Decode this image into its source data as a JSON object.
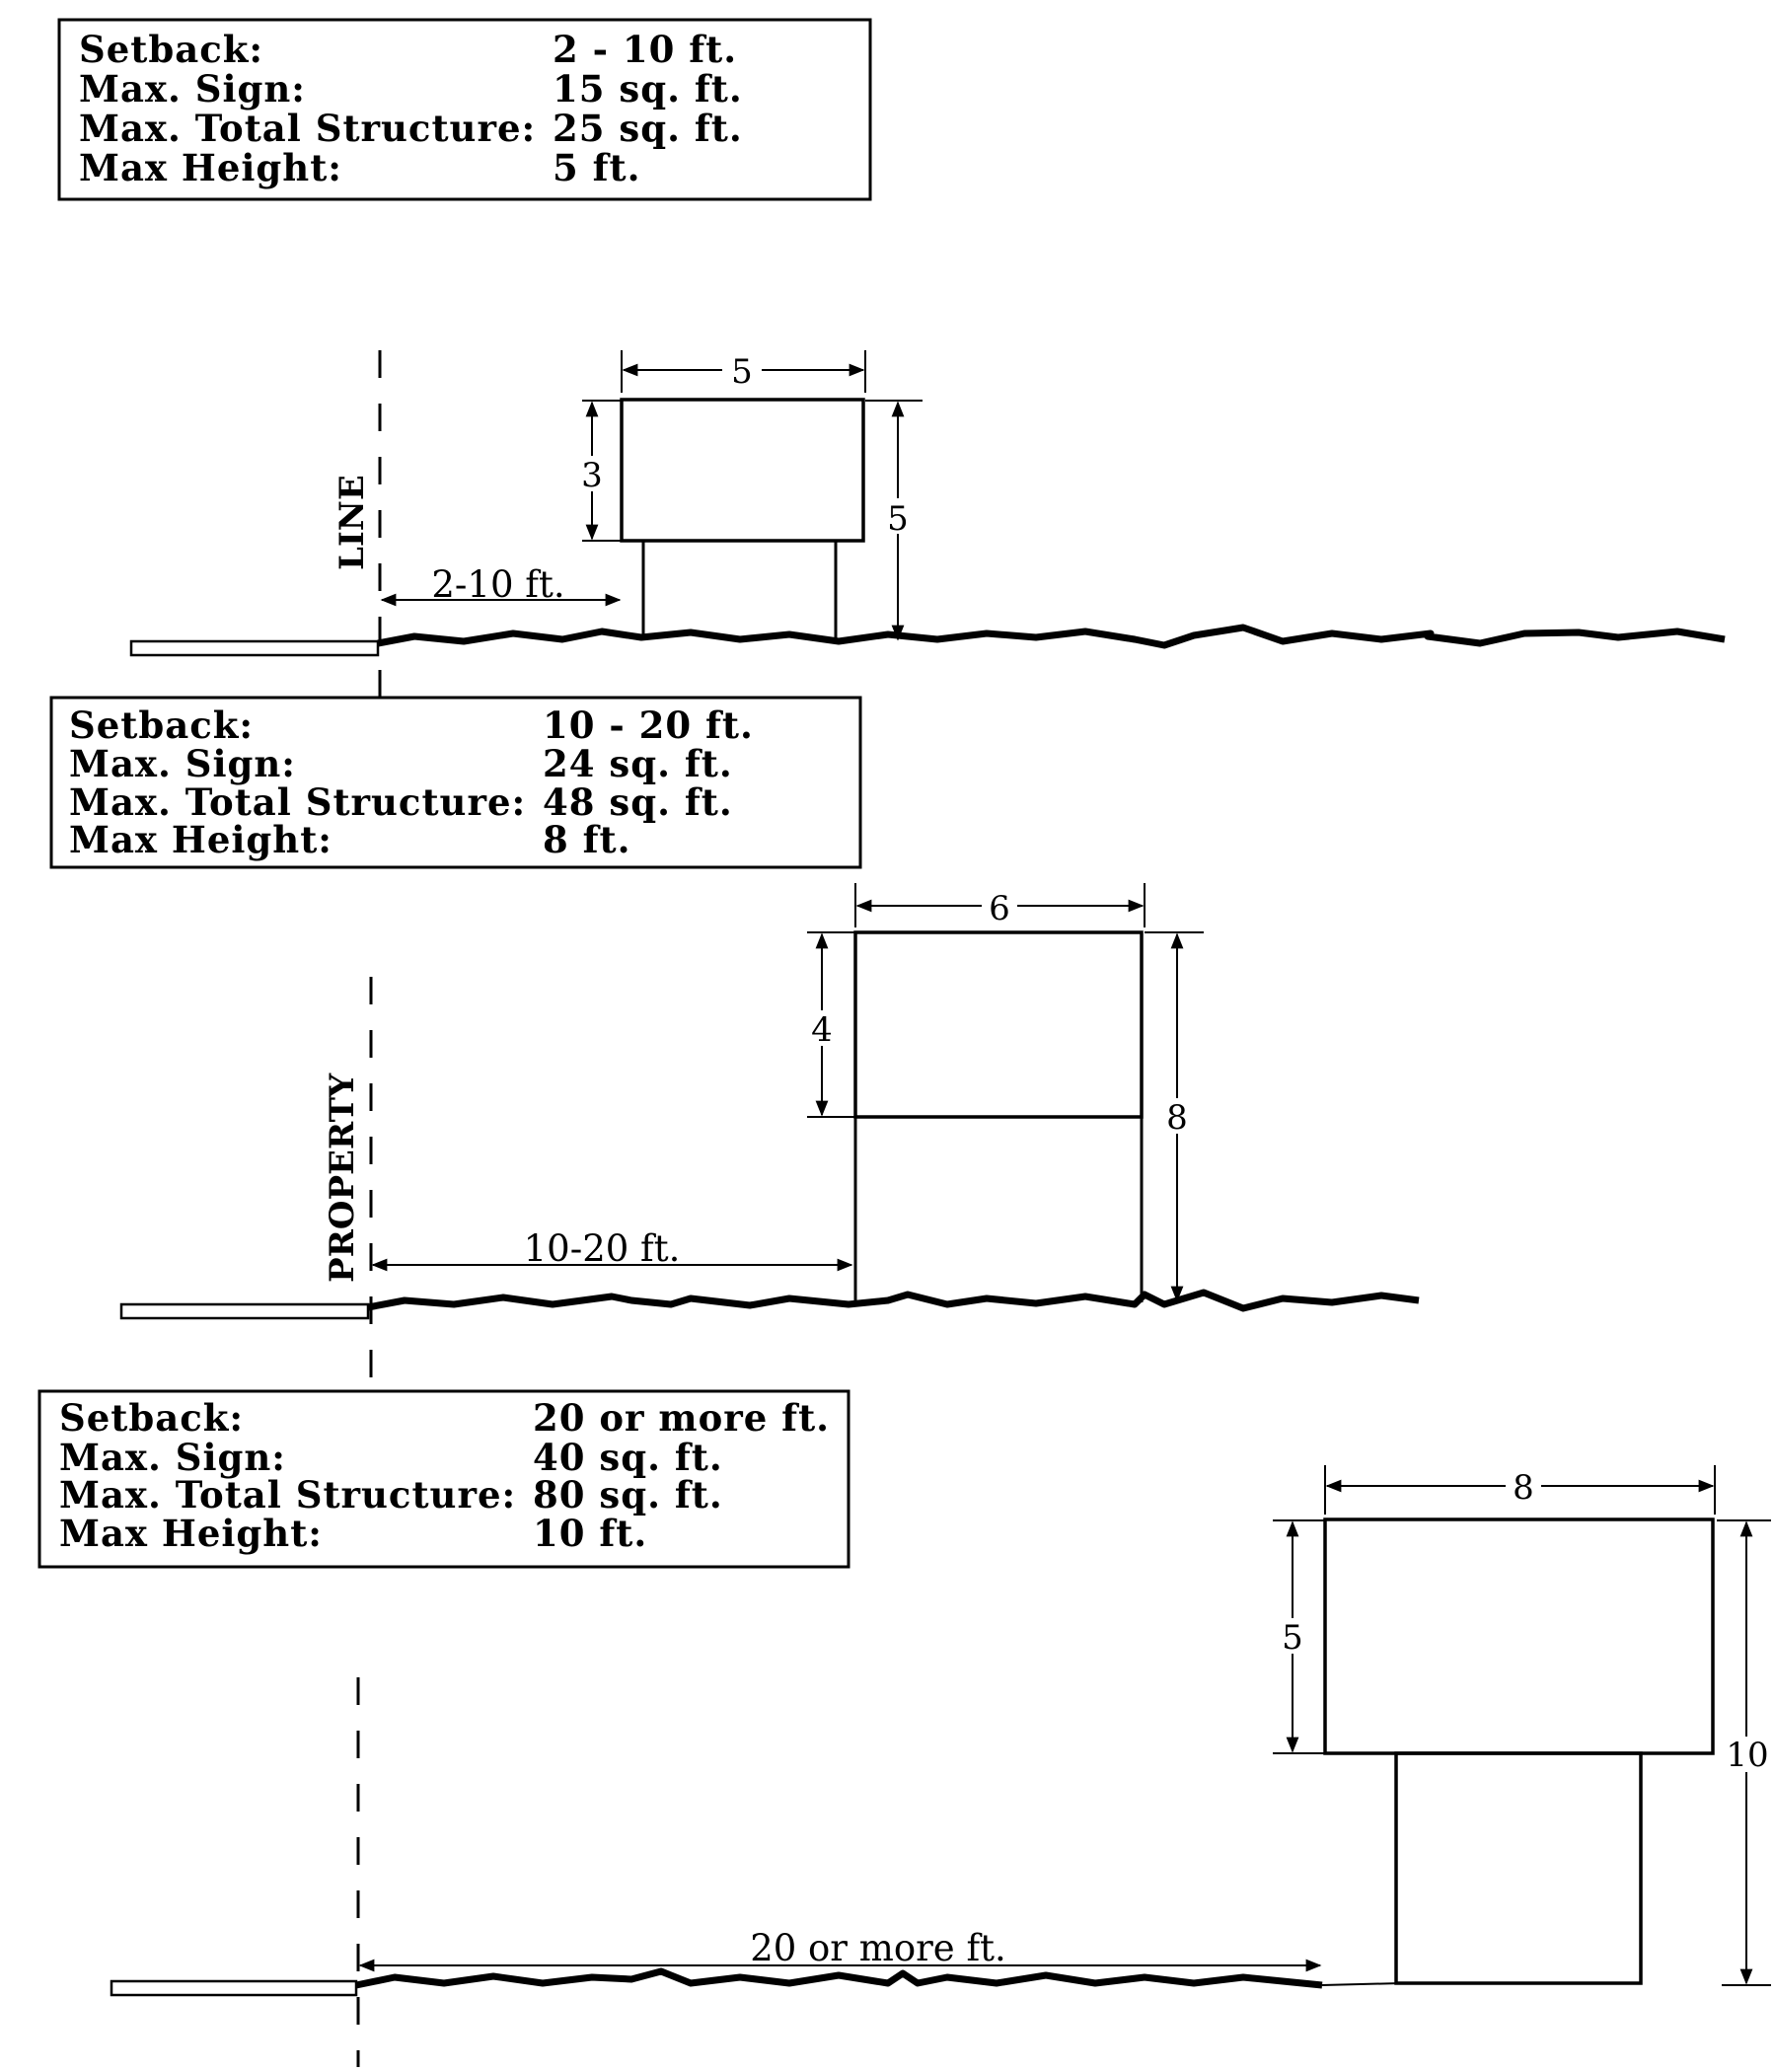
{
  "panels": [
    {
      "specs": [
        {
          "label": "Setback:",
          "value": "2  -  10  ft."
        },
        {
          "label": "Max.  Sign:",
          "value": "15  sq.  ft."
        },
        {
          "label": "Max.  Total  Structure:",
          "value": "25  sq.  ft."
        },
        {
          "label": "Max  Height:",
          "value": "5  ft."
        }
      ],
      "dims": {
        "width": "5",
        "sign_height": "3",
        "total_height": "5",
        "setback": "2-10  ft."
      },
      "property_label": "LINE"
    },
    {
      "specs": [
        {
          "label": "Setback:",
          "value": "10  -  20  ft."
        },
        {
          "label": "Max.  Sign:",
          "value": "24  sq.  ft."
        },
        {
          "label": "Max.  Total  Structure:",
          "value": "48  sq.  ft."
        },
        {
          "label": "Max  Height:",
          "value": "8  ft."
        }
      ],
      "dims": {
        "width": "6",
        "sign_height": "4",
        "total_height": "8",
        "setback": "10-20  ft."
      },
      "property_label": "PROPERTY"
    },
    {
      "specs": [
        {
          "label": "Setback:",
          "value": "20  or  more  ft."
        },
        {
          "label": "Max.  Sign:",
          "value": "40  sq.  ft."
        },
        {
          "label": "Max.  Total  Structure:",
          "value": "80  sq.  ft."
        },
        {
          "label": "Max  Height:",
          "value": "10  ft."
        }
      ],
      "dims": {
        "width": "8",
        "sign_height": "5",
        "total_height": "10",
        "setback": "20  or  more  ft."
      }
    }
  ]
}
